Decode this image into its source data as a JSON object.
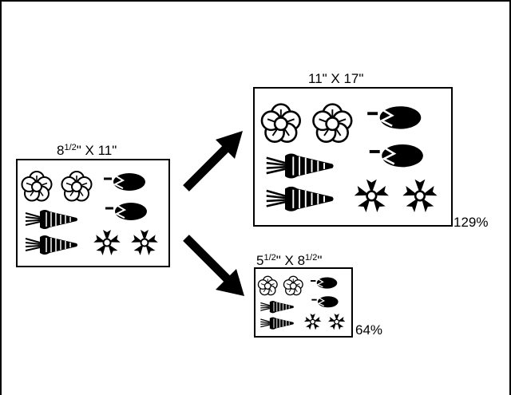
{
  "source_sheet": {
    "size_main": "8",
    "size_frac": "1/2",
    "size_rest": "\" X 11\""
  },
  "enlarged_sheet": {
    "size_label": "11\" X 17\"",
    "ratio_label": "129%"
  },
  "reduced_sheet": {
    "w_main": "5",
    "w_frac": "1/2",
    "mid": "\" X 8",
    "h_frac": "1/2",
    "end": "\"",
    "ratio_label": "64%"
  },
  "colors": {
    "ink": "#000000",
    "paper": "#ffffff"
  },
  "icons": [
    "flower-outline-icon",
    "eggplant-icon",
    "carrot-icon",
    "flower-solid-icon"
  ]
}
